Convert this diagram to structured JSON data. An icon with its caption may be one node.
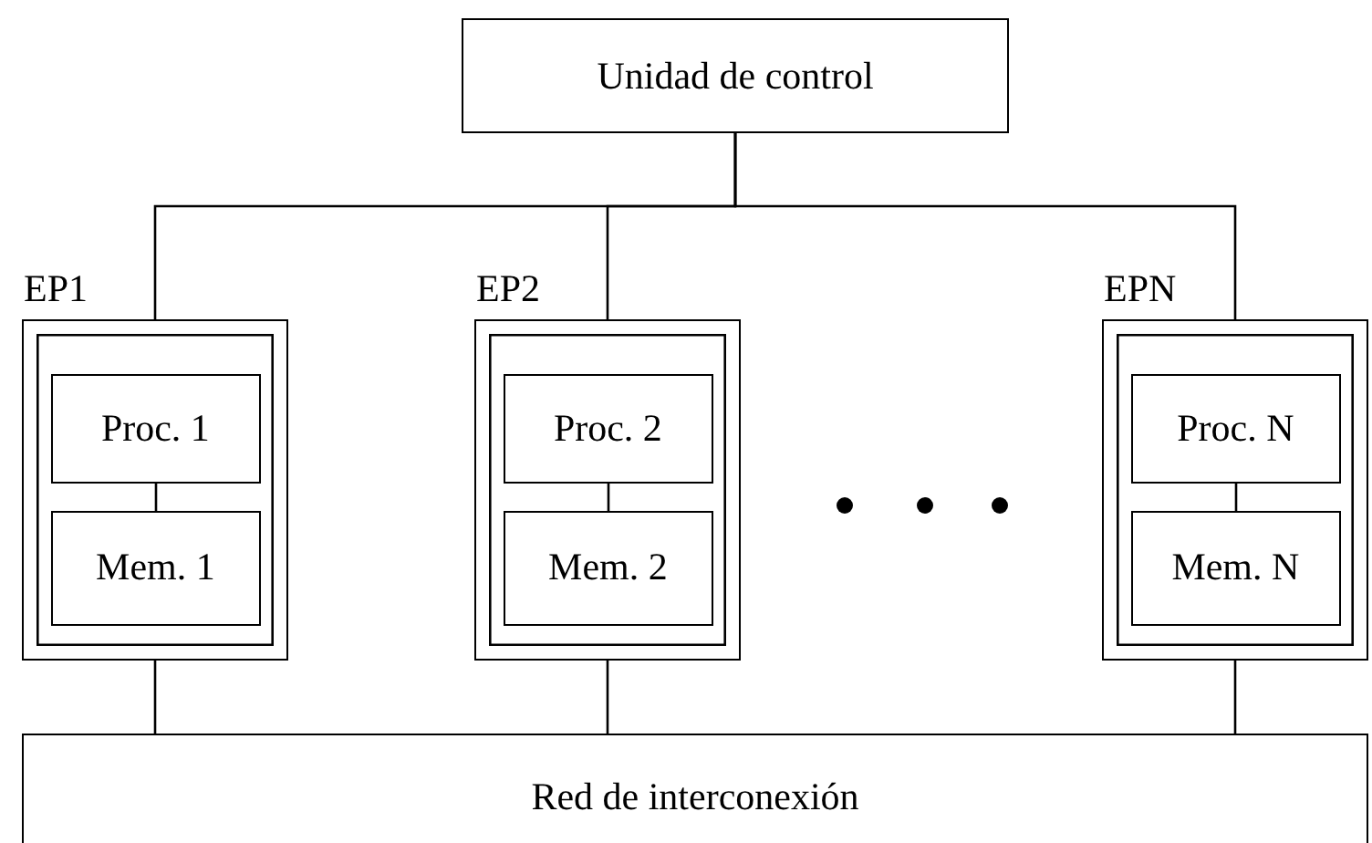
{
  "diagram": {
    "nodes": [
      {
        "text": [
          "Unidad de control"
        ]
      },
      {
        "text": [
          "EP1"
        ]
      },
      {
        "text": [
          "Proc. 1"
        ],
        "in": 1
      },
      {
        "text": [
          "Mem. 1"
        ],
        "in": 1
      },
      {
        "text": [
          "EP2"
        ]
      },
      {
        "text": [
          "Proc. 2"
        ],
        "in": 4
      },
      {
        "text": [
          "Mem. 2"
        ],
        "in": 4
      },
      {
        "text": [
          "EPN"
        ]
      },
      {
        "text": [
          "Proc. N"
        ],
        "in": 7
      },
      {
        "text": [
          "Mem. N"
        ],
        "in": 7
      },
      {
        "text": [
          "Red de interconexión"
        ]
      }
    ],
    "edges": [
      {
        "from": 0,
        "to": 1,
        "arrow": "none"
      },
      {
        "from": 0,
        "to": 4,
        "arrow": "none"
      },
      {
        "from": 0,
        "to": 7,
        "arrow": "none"
      },
      {
        "from": 2,
        "to": 3,
        "arrow": "none"
      },
      {
        "from": 5,
        "to": 6,
        "arrow": "none"
      },
      {
        "from": 8,
        "to": 9,
        "arrow": "none"
      },
      {
        "from": 1,
        "to": 10,
        "arrow": "none"
      },
      {
        "from": 4,
        "to": 10,
        "arrow": "none"
      },
      {
        "from": 7,
        "to": 10,
        "arrow": "none"
      }
    ]
  }
}
